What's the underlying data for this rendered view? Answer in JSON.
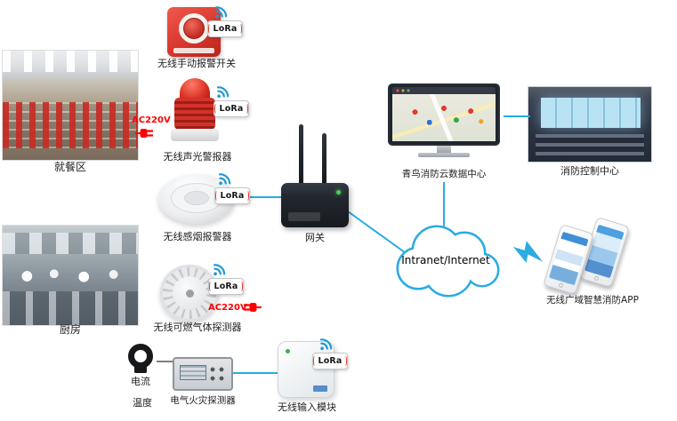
{
  "areas": {
    "dining": {
      "label": "就餐区"
    },
    "kitchen": {
      "label": "厨房"
    }
  },
  "devices": {
    "manual_call_point": {
      "label": "无线手动报警开关"
    },
    "sound_light_alarm": {
      "label": "无线声光警报器",
      "power": "AC220V"
    },
    "smoke_detector": {
      "label": "无线感烟报警器"
    },
    "gas_detector": {
      "label": "无线可燃气体探测器",
      "power": "AC220V"
    },
    "electrical_fire_detector": {
      "label": "电气火灾探测器",
      "current_input": "电流",
      "temperature_input": "温度"
    },
    "input_module": {
      "label": "无线输入模块"
    },
    "gateway": {
      "label": "网关"
    }
  },
  "network": {
    "cloud_label": "Intranet/Internet"
  },
  "centers": {
    "cloud_data_center": {
      "label": "青鸟消防云数据中心"
    },
    "fire_control_center": {
      "label": "消防控制中心"
    },
    "mobile_app": {
      "label": "无线广域智慧消防APP"
    }
  },
  "badge": {
    "lora": "LoRa"
  },
  "colors": {
    "connector_blue": "#2aabe2",
    "device_red": "#d8372c",
    "power_red": "#ff0000",
    "wifi_blue": "#1d9ad6",
    "lora_logo_red": "#e63b2e"
  }
}
